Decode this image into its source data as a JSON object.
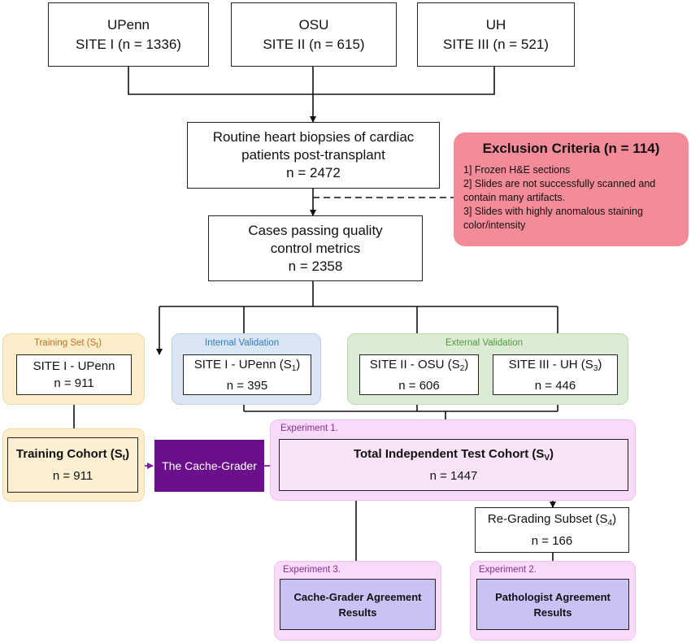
{
  "sites": [
    {
      "name": "UPenn",
      "label": "SITE I (n = 1336)"
    },
    {
      "name": "OSU",
      "label": "SITE II (n = 615)"
    },
    {
      "name": "UH",
      "label": "SITE III (n = 521)"
    }
  ],
  "routine": {
    "line1": "Routine heart biopsies of cardiac",
    "line2": "patients post-transplant",
    "count": "n = 2472"
  },
  "exclusion": {
    "title": "Exclusion Criteria (n = 114)",
    "items": [
      "1] Frozen H&E sections",
      "2] Slides are not successfully scanned and contain many artifacts.",
      "3] Slides with highly anomalous staining color/intensity"
    ]
  },
  "quality": {
    "line1": "Cases passing quality",
    "line2": "control metrics",
    "count": "n = 2358"
  },
  "training_set": {
    "label": "Training Set (S",
    "sub": "t",
    "close": ")",
    "box_line1": "SITE I -  UPenn",
    "box_count": "n = 911"
  },
  "internal": {
    "label": "Internal Validation",
    "box_line1": "SITE I -  UPenn (S",
    "sub": "1",
    "close": ")",
    "box_count": "n = 395"
  },
  "external": {
    "label": "External Validation",
    "osu": {
      "line1": "SITE II -  OSU (S",
      "sub": "2",
      "close": ")",
      "count": "n = 606"
    },
    "uh": {
      "line1": "SITE III -  UH (S",
      "sub": "3",
      "close": ")",
      "count": "n = 446"
    }
  },
  "training_cohort": {
    "title": "Training Cohort (S",
    "sub": "t",
    "close": ")",
    "count": "n = 911"
  },
  "cache_grader": "The Cache-Grader",
  "experiment1": {
    "label": "Experiment 1.",
    "title": "Total Independent Test Cohort (S",
    "sub": "V",
    "close": ")",
    "count": "n = 1447"
  },
  "regrading": {
    "title": "Re-Grading Subset (S",
    "sub": "4",
    "close": ")",
    "count": "n = 166"
  },
  "experiment3": {
    "label": "Experiment 3.",
    "line1": "Cache-Grader Agreement",
    "line2": "Results"
  },
  "experiment2": {
    "label": "Experiment 2.",
    "line1": "Pathologist Agreement",
    "line2": "Results"
  },
  "colors": {
    "training": "#fdeecb",
    "internal": "#dbe6f4",
    "external": "#dcecd4",
    "experiment": "#f8dbf8",
    "exclusion": "#f48b98",
    "grader": "#6b0f8c",
    "result": "#c9c2f5",
    "purple_arrow": "#7a1fa2"
  }
}
